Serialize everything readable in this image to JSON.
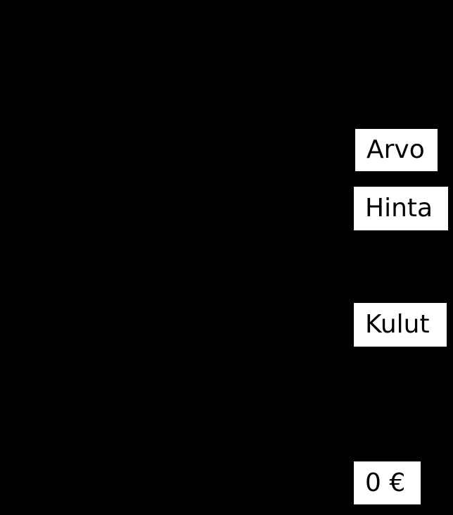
{
  "colors": {
    "background": "#000000",
    "label_background": "#ffffff",
    "label_text": "#000000"
  },
  "labels": {
    "arvo": "Arvo",
    "hinta": "Hinta",
    "kulut": "Kulut",
    "zero": "0 €"
  }
}
